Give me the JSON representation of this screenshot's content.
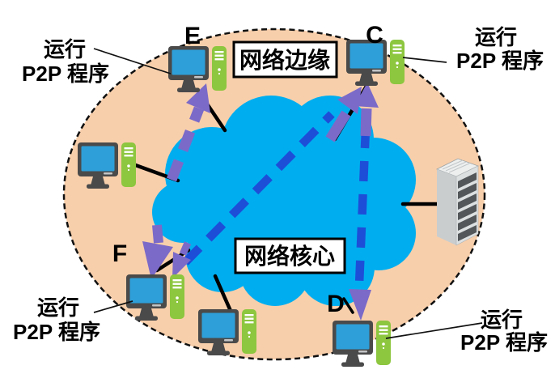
{
  "diagram": {
    "edge_region_label": "网络边缘",
    "core_region_label": "网络核心"
  },
  "nodes": {
    "e": {
      "letter": "E"
    },
    "c": {
      "letter": "C"
    },
    "f": {
      "letter": "F"
    },
    "d": {
      "letter": "D"
    }
  },
  "annotations": {
    "top_left": {
      "line1": "运行",
      "line2": "P2P 程序"
    },
    "top_right": {
      "line1": "运行",
      "line2": "P2P 程序"
    },
    "bottom_left": {
      "line1": "运行",
      "line2": "P2P 程序"
    },
    "bottom_right": {
      "line1": "运行",
      "line2": "P2P 程序"
    }
  },
  "icons": {
    "computer_icon": "desktop-computer-with-tower",
    "server_icon": "server-rack"
  },
  "colors": {
    "region_fill": "#F8CFAB",
    "cloud": "#00AEEF",
    "dashed_link": "#1D4ED8",
    "arrow": "#7B6AC8",
    "monitor_frame": "#4A4A4A",
    "screen": "#2E9FD8",
    "tower_green": "#8DC63F"
  }
}
